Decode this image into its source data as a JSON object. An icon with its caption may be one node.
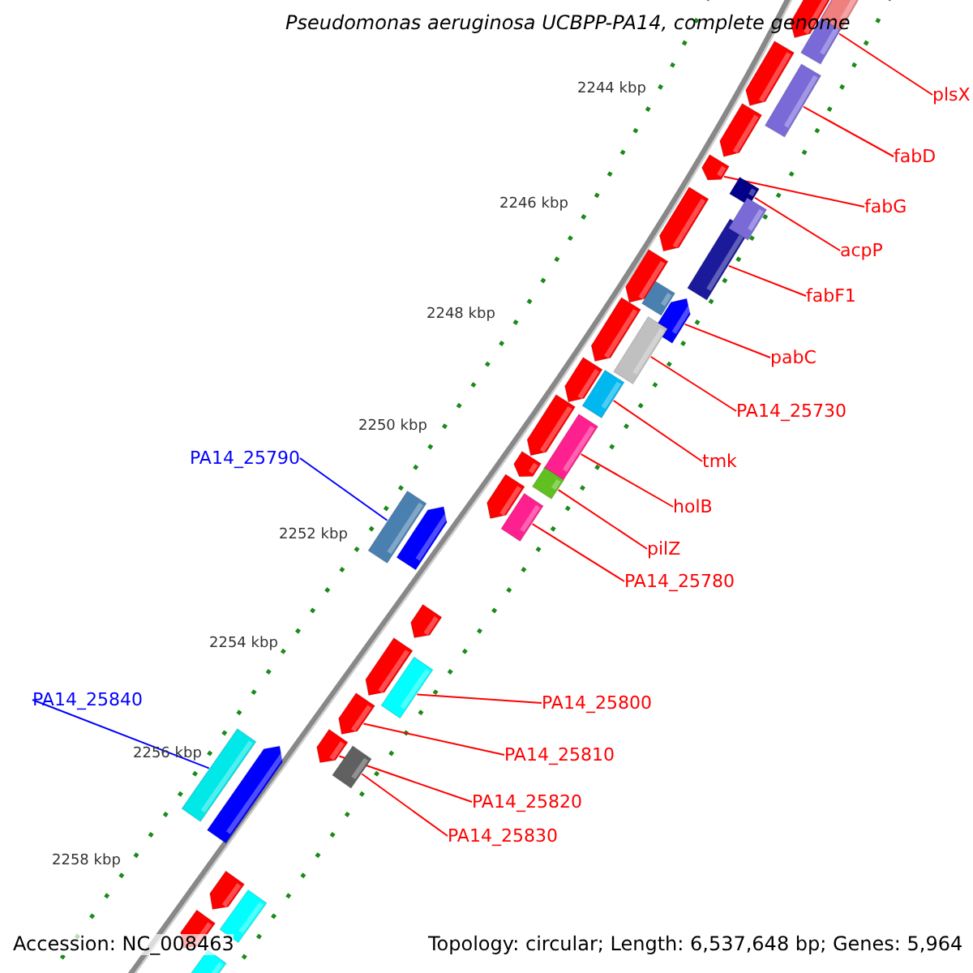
{
  "diagram": {
    "title": "Pseudomonas aeruginosa UCBPP-PA14, complete genome",
    "nodes": [
      {
        "text": [
          "plsX"
        ]
      },
      {
        "text": [
          "fabD"
        ]
      },
      {
        "text": [
          "fabG"
        ]
      },
      {
        "text": [
          "acpP"
        ]
      },
      {
        "text": [
          "fabF1"
        ]
      },
      {
        "text": [
          "pabC"
        ]
      },
      {
        "text": [
          "PA14_25730"
        ]
      },
      {
        "text": [
          "PA14_25790"
        ]
      },
      {
        "text": [
          "tmk"
        ]
      },
      {
        "text": [
          "holB"
        ]
      },
      {
        "text": [
          "pilZ"
        ]
      },
      {
        "text": [
          "PA14_25780"
        ]
      },
      {
        "text": [
          "PA14_25840"
        ]
      },
      {
        "text": [
          "PA14_25800"
        ]
      },
      {
        "text": [
          "PA14_25810"
        ]
      },
      {
        "text": [
          "PA14_25820"
        ]
      },
      {
        "text": [
          "PA14_25830"
        ]
      },
      {
        "text": [],
        "shape": "bar"
      },
      {
        "text": [],
        "shape": "bar"
      },
      {
        "text": [],
        "shape": "bar"
      },
      {
        "text": [],
        "shape": "bar"
      },
      {
        "text": [],
        "shape": "bar"
      },
      {
        "text": [],
        "shape": "bar"
      },
      {
        "text": [],
        "shape": "bar"
      },
      {
        "text": [],
        "shape": "bar"
      },
      {
        "text": [],
        "shape": "bar"
      },
      {
        "text": [],
        "shape": "bar"
      },
      {
        "text": [],
        "shape": "bar"
      },
      {
        "text": [],
        "shape": "bar"
      },
      {
        "text": [],
        "shape": "bar"
      },
      {
        "text": [],
        "shape": "bar"
      },
      {
        "text": [],
        "shape": "bar"
      },
      {
        "text": [],
        "shape": "bar"
      },
      {
        "text": [],
        "shape": "bar"
      },
      {
        "text": [],
        "shape": "bar"
      },
      {
        "text": [],
        "shape": "bar"
      },
      {
        "text": [],
        "shape": "bar"
      },
      {
        "text": [],
        "shape": "bar"
      },
      {
        "text": [],
        "shape": "bar"
      },
      {
        "text": [],
        "shape": "bar"
      },
      {
        "text": [],
        "shape": "bar"
      },
      {
        "text": [],
        "shape": "bar"
      },
      {
        "text": [],
        "shape": "bar"
      },
      {
        "text": [],
        "shape": "bar"
      },
      {
        "text": [],
        "shape": "bar"
      },
      {
        "text": [],
        "shape": "bar"
      },
      {
        "text": [],
        "shape": "bar"
      },
      {
        "text": [],
        "shape": "bar"
      },
      {
        "text": [],
        "shape": "bar"
      },
      {
        "text": [],
        "shape": "bar"
      },
      {
        "text": [],
        "shape": "bar"
      },
      {
        "text": [],
        "shape": "bar"
      },
      {
        "text": [],
        "shape": "bar"
      },
      {
        "text": [],
        "shape": "bar"
      },
      {
        "text": [],
        "shape": "bar"
      }
    ],
    "edges": [
      {
        "from": 0,
        "to": 17,
        "arrow": "none"
      },
      {
        "from": 1,
        "to": 18,
        "arrow": "none"
      },
      {
        "from": 2,
        "to": 19,
        "arrow": "none"
      },
      {
        "from": 3,
        "to": 20,
        "arrow": "none"
      },
      {
        "from": 4,
        "to": 21,
        "arrow": "none"
      },
      {
        "from": 5,
        "to": 22,
        "arrow": "none"
      },
      {
        "from": 6,
        "to": 23,
        "arrow": "none"
      },
      {
        "from": 7,
        "to": 28,
        "arrow": "none",
        "color": "#0000ff"
      },
      {
        "from": 8,
        "to": 24,
        "arrow": "none"
      },
      {
        "from": 9,
        "to": 25,
        "arrow": "none"
      },
      {
        "from": 10,
        "to": 26,
        "arrow": "none"
      },
      {
        "from": 11,
        "to": 27,
        "arrow": "none"
      },
      {
        "from": 12,
        "to": 33,
        "arrow": "none",
        "color": "#0000ff"
      },
      {
        "from": 13,
        "to": 29,
        "arrow": "none"
      },
      {
        "from": 14,
        "to": 30,
        "arrow": "none"
      },
      {
        "from": 15,
        "to": 31,
        "arrow": "none"
      },
      {
        "from": 16,
        "to": 32,
        "arrow": "none"
      }
    ],
    "labels": [
      "2244 kbp",
      "2246 kbp",
      "2248 kbp",
      "2250 kbp",
      "2252 kbp",
      "2254 kbp",
      "2256 kbp",
      "2258 kbp",
      "Accession: NC_008463",
      "Topology: circular; Length: 6,537,648 bp; Genes: 5,964"
    ]
  }
}
